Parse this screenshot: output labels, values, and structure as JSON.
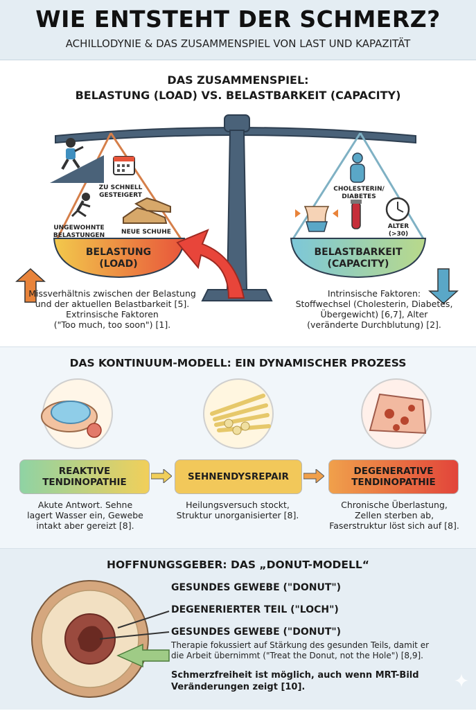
{
  "header": {
    "title": "WIE ENTSTEHT DER SCHMERZ?",
    "subtitle": "ACHILLODYNIE & DAS ZUSAMMENSPIEL VON LAST UND KAPAZITÄT"
  },
  "balance": {
    "title_line1": "DAS ZUSAMMENSPIEL:",
    "title_line2": "BELASTUNG (LOAD) VS. BELASTBARKEIT (CAPACITY)",
    "load": {
      "pan_label_line1": "BELASTUNG",
      "pan_label_line2": "(LOAD)",
      "factor_too_fast_line1": "ZU SCHNELL",
      "factor_too_fast_line2": "GESTEIGERT",
      "factor_unusual_line1": "UNGEWOHNTE",
      "factor_unusual_line2": "BELASTUNGEN",
      "factor_shoes": "NEUE SCHUHE",
      "description": [
        "Missverhältnis zwischen der Belastung",
        "und der aktuellen Belastbarkeit [5].",
        "Extrinsische Faktoren",
        "(\"Too much, too soon\") [1]."
      ]
    },
    "capacity": {
      "pan_label_line1": "BELASTBARKEIT",
      "pan_label_line2": "(CAPACITY)",
      "factor_cholesterol_line1": "CHOLESTERIN/",
      "factor_cholesterol_line2": "DIABETES",
      "factor_age_line1": "ALTER",
      "factor_age_line2": "(>30)",
      "description": [
        "Intrinsische Faktoren:",
        "Stoffwechsel (Cholesterin, Diabetes,",
        "Übergewicht) [6,7], Alter",
        "(veränderte Durchblutung) [2]."
      ]
    }
  },
  "continuum": {
    "title": "DAS KONTINUUM-MODELL: EIN DYNAMISCHER PROZESS",
    "stages": [
      {
        "label_line1": "REAKTIVE",
        "label_line2": "TENDINOPATHIE",
        "description": [
          "Akute Antwort. Sehne",
          "lagert Wasser ein, Gewebe",
          "intakt aber gereizt [8]."
        ]
      },
      {
        "label_line1": "SEHNENDYSREPAIR",
        "label_line2": "",
        "description": [
          "Heilungsversuch stockt,",
          "Struktur unorganisierter [8]."
        ]
      },
      {
        "label_line1": "DEGENERATIVE",
        "label_line2": "TENDINOPATHIE",
        "description": [
          "Chronische Überlastung,",
          "Zellen sterben ab,",
          "Faserstruktur löst sich auf [8]."
        ]
      }
    ]
  },
  "donut": {
    "title": "HOFFNUNGSGEBER: DAS „DONUT-MODELL“",
    "label_outer": "GESUNDES GEWEBE (\"DONUT\")",
    "label_hole": "DEGENERIERTER TEIL (\"LOCH\")",
    "label_inner": "GESUNDES GEWEBE (\"DONUT\")",
    "therapy_line1": "Therapie fokussiert auf Stärkung des gesunden Teils, damit er",
    "therapy_line2": "die Arbeit übernimmt (\"Treat the Donut, not the Hole\") [8,9].",
    "conclusion_line1": "Schmerzfreiheit ist möglich, auch wenn MRT-Bild",
    "conclusion_line2": "Veränderungen zeigt [10]."
  },
  "colors": {
    "load_gradient": [
      "#f2c94c",
      "#e8553a"
    ],
    "capacity_gradient": [
      "#7cc7d9",
      "#b9d98a"
    ],
    "reactive_gradient": [
      "#8fd3a4",
      "#f1cf5a"
    ],
    "repair_color": "#f2c85a",
    "degenerative_gradient": [
      "#f0a04b",
      "#e2453a"
    ],
    "arrow_up": "#e8553a",
    "arrow_down": "#5aa7c7"
  }
}
